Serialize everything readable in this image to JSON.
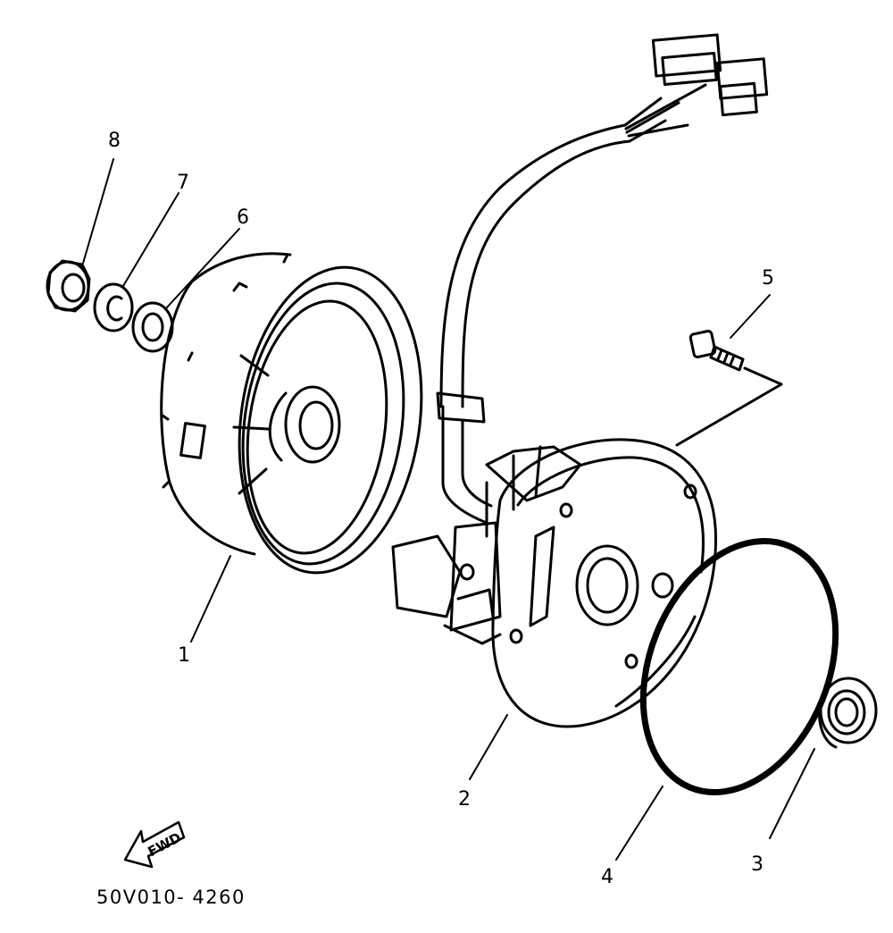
{
  "diagram": {
    "callouts": [
      {
        "id": "1",
        "label": "1"
      },
      {
        "id": "2",
        "label": "2"
      },
      {
        "id": "3",
        "label": "3"
      },
      {
        "id": "4",
        "label": "4"
      },
      {
        "id": "5",
        "label": "5"
      },
      {
        "id": "6",
        "label": "6"
      },
      {
        "id": "7",
        "label": "7"
      },
      {
        "id": "8",
        "label": "8"
      }
    ],
    "direction_label": "FWD",
    "diagram_code": "50V010- 4260"
  }
}
